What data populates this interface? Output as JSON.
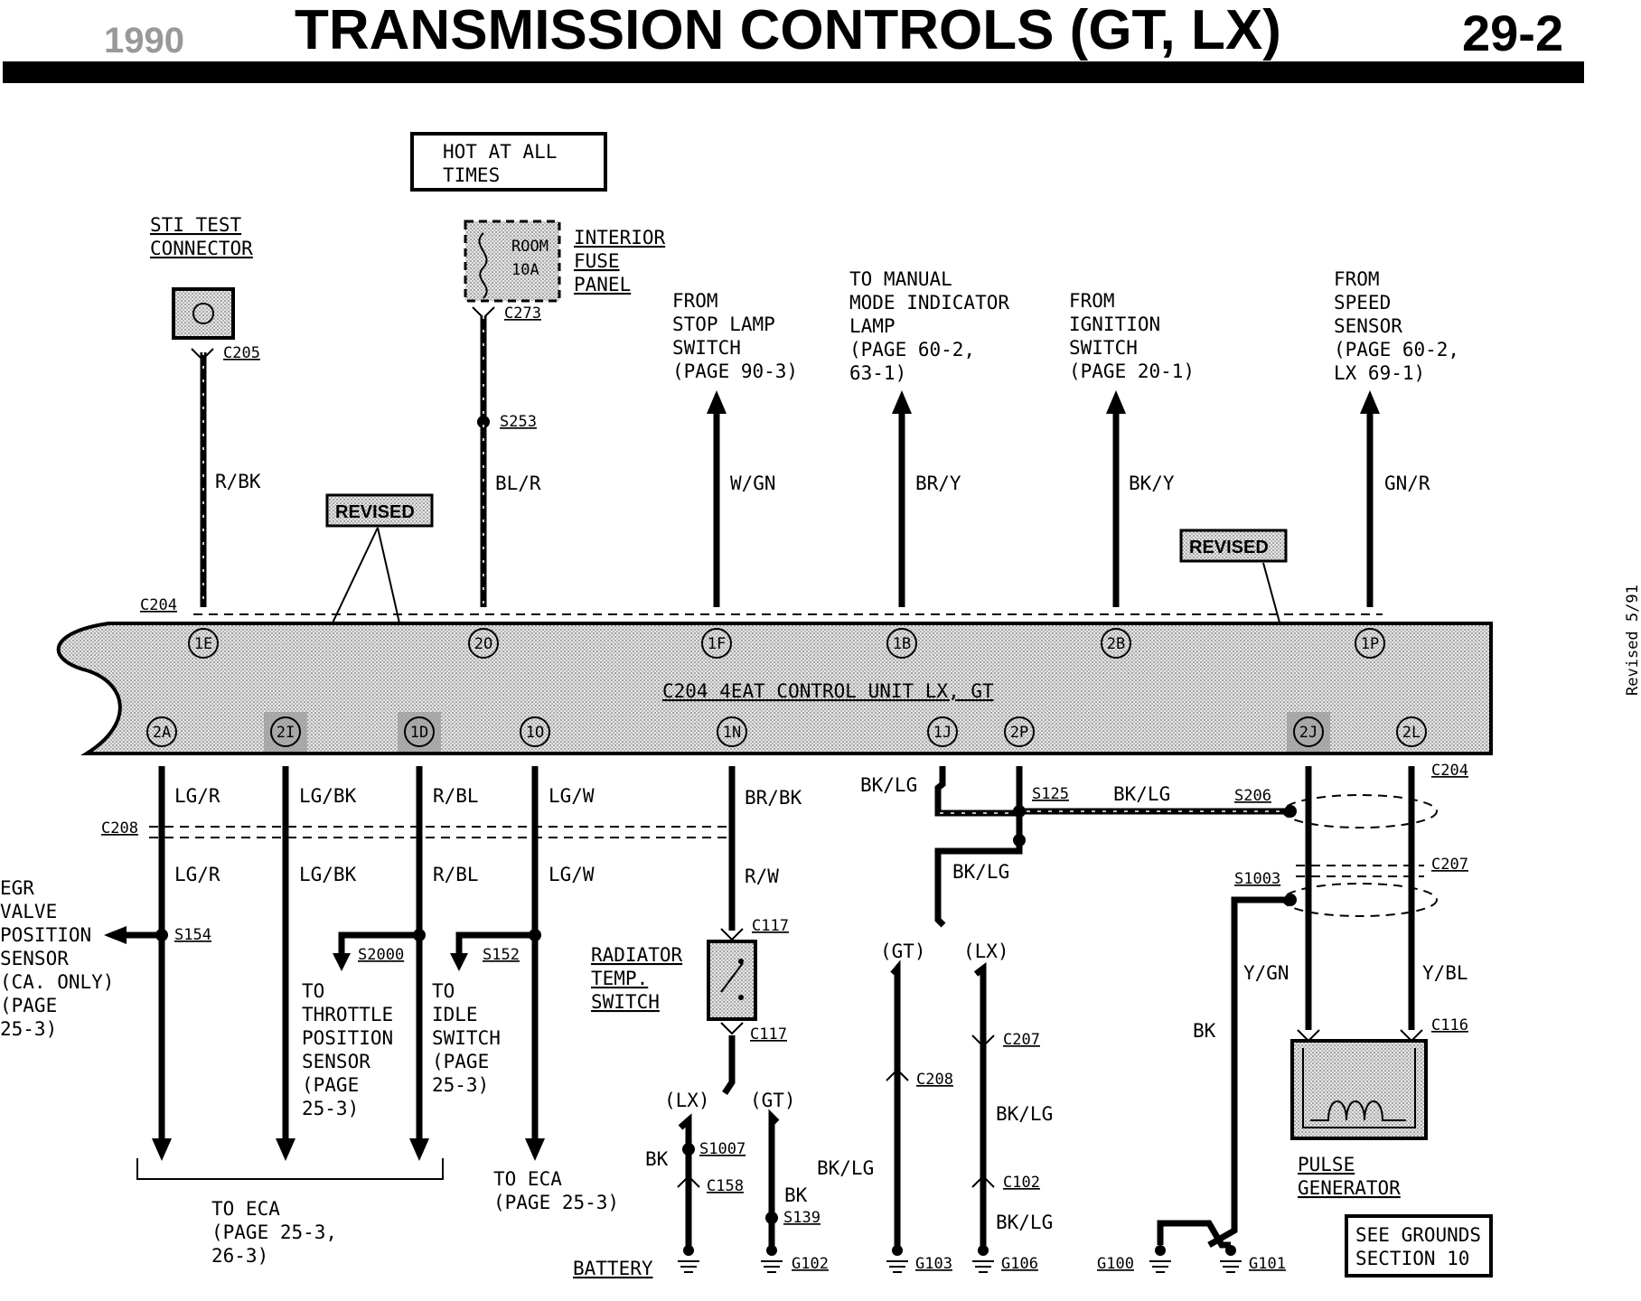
{
  "header": {
    "year": "1990",
    "title": "TRANSMISSION CONTROLS (GT, LX)",
    "page": "29-2"
  },
  "side_note": "Revised 5/91",
  "hot_box": {
    "line1": "HOT AT ALL",
    "line2": "TIMES"
  },
  "sti": {
    "line1": "STI TEST",
    "line2": "CONNECTOR",
    "conn": "C205"
  },
  "fuse_panel": {
    "line1": "INTERIOR",
    "line2": "FUSE",
    "line3": "PANEL",
    "fuse_l1": "ROOM",
    "fuse_l2": "10A",
    "conn": "C273",
    "splice": "S253"
  },
  "revised_label": "REVISED",
  "sources": {
    "stop": {
      "l1": "FROM",
      "l2": "STOP LAMP",
      "l3": "SWITCH",
      "l4": "(PAGE 90-3)"
    },
    "manual": {
      "l1": "TO MANUAL",
      "l2": "MODE INDICATOR",
      "l3": "LAMP",
      "l4": "(PAGE 60-2,",
      "l5": "63-1)"
    },
    "ign": {
      "l1": "FROM",
      "l2": "IGNITION",
      "l3": "SWITCH",
      "l4": "(PAGE 20-1)"
    },
    "speed": {
      "l1": "FROM",
      "l2": "SPEED",
      "l3": "SENSOR",
      "l4": "(PAGE 60-2,",
      "l5": "LX 69-1)"
    }
  },
  "wire_top": {
    "rbk": "R/BK",
    "blr": "BL/R",
    "wgn": "W/GN",
    "bry": "BR/Y",
    "bky": "BK/Y",
    "gnr": "GN/R"
  },
  "control_unit": {
    "label": "C204 4EAT CONTROL UNIT LX, GT",
    "conn_top": "C204",
    "conn_bottom": "C204",
    "pins_top": [
      "1E",
      "2O",
      "1F",
      "1B",
      "2B",
      "1P"
    ],
    "pins_bottom": [
      "2A",
      "2I",
      "1D",
      "1O",
      "1N",
      "1J",
      "2P",
      "2J",
      "2L"
    ]
  },
  "wire_bottom": {
    "lgr": "LG/R",
    "lgbk": "LG/BK",
    "rbl": "R/BL",
    "lgw": "LG/W",
    "brbk": "BR/BK",
    "rw": "R/W",
    "bklg": "BK/LG",
    "ygn": "Y/GN",
    "ybl": "Y/BL",
    "bk": "BK"
  },
  "connectors": {
    "c208": "C208",
    "c117": "C117",
    "c158": "C158",
    "c207": "C207",
    "c102": "C102",
    "c116": "C116"
  },
  "splices": {
    "s154": "S154",
    "s2000": "S2000",
    "s152": "S152",
    "s125": "S125",
    "s206": "S206",
    "s1003": "S1003",
    "s1007": "S1007",
    "s139": "S139"
  },
  "grounds": {
    "battery": "BATTERY",
    "g102": "G102",
    "g103": "G103",
    "g106": "G106",
    "g100": "G100",
    "g101": "G101"
  },
  "variants": {
    "gt": "(GT)",
    "lx": "(LX)"
  },
  "egr": {
    "l1": "EGR",
    "l2": "VALVE",
    "l3": "POSITION",
    "l4": "SENSOR",
    "l5": "(CA. ONLY)",
    "l6": "(PAGE",
    "l7": "25-3)"
  },
  "tps": {
    "l1": "TO",
    "l2": "THROTTLE",
    "l3": "POSITION",
    "l4": "SENSOR",
    "l5": "(PAGE",
    "l6": "25-3)"
  },
  "idle": {
    "l1": "TO",
    "l2": "IDLE",
    "l3": "SWITCH",
    "l4": "(PAGE",
    "l5": "25-3)"
  },
  "to_eca_1": {
    "l1": "TO ECA",
    "l2": "(PAGE 25-3)"
  },
  "to_eca_2": {
    "l1": "TO ECA",
    "l2": "(PAGE 25-3,",
    "l3": "26-3)"
  },
  "radiator": {
    "l1": "RADIATOR",
    "l2": "TEMP.",
    "l3": "SWITCH"
  },
  "pulse": {
    "l1": "PULSE",
    "l2": "GENERATOR"
  },
  "see_grounds": {
    "l1": "SEE GROUNDS",
    "l2": "SECTION 10"
  }
}
